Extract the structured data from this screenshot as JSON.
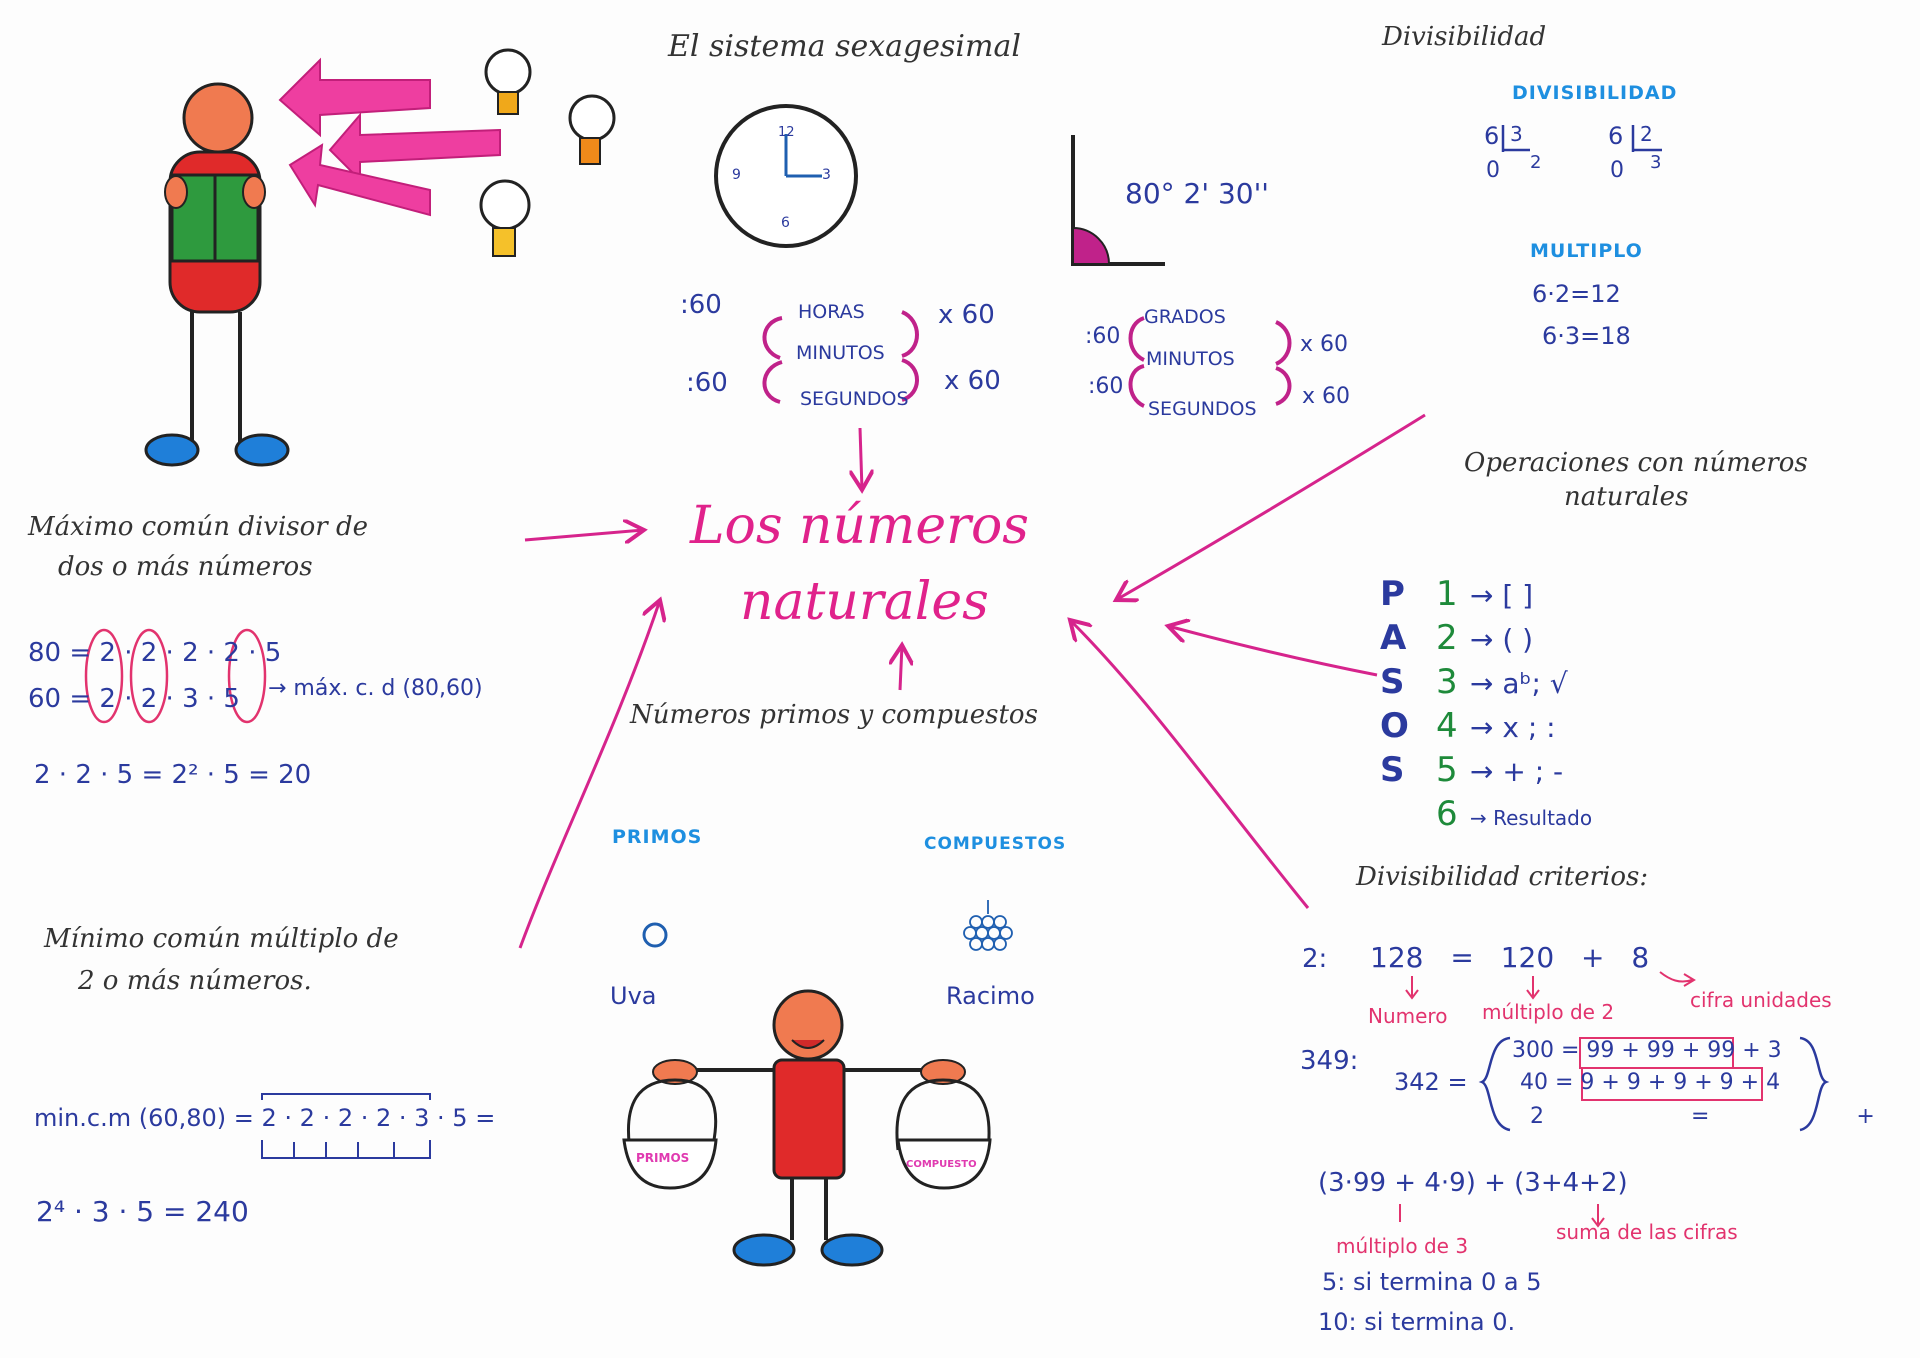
{
  "title": {
    "line1": "Los números",
    "line2": "naturales"
  },
  "sexagesimal": {
    "heading": "El sistema sexagesimal",
    "clock": {
      "n12": "12",
      "n3": "3",
      "n6": "6",
      "n9": "9"
    },
    "angle": "80° 2' 30''",
    "time_units": [
      "HORAS",
      "MINUTOS",
      "SEGUNDOS"
    ],
    "angle_units": [
      "GRADOS",
      "MINUTOS",
      "SEGUNDOS"
    ],
    "div": ":60",
    "mul": "x 60"
  },
  "divisibilidad": {
    "heading": "Divisibilidad",
    "subheading": "DIVISIBILIDAD",
    "div1": {
      "dividend": "6",
      "divisor": "3",
      "remainder": "0",
      "quotient": "2"
    },
    "div2": {
      "dividend": "6",
      "divisor": "2",
      "remainder": "0",
      "quotient": "3"
    },
    "multiplo_heading": "MULTIPLO",
    "multiplos": [
      "6·2=12",
      "6·3=18"
    ]
  },
  "operaciones": {
    "heading_line1": "Operaciones con números",
    "heading_line2": "naturales",
    "steps": [
      {
        "letter": "P",
        "num": "1",
        "text": "→ [ ]"
      },
      {
        "letter": "A",
        "num": "2",
        "text": "→ ( )"
      },
      {
        "letter": "S",
        "num": "3",
        "text": "→ aᵇ; √"
      },
      {
        "letter": "O",
        "num": "4",
        "text": "→ x ; :"
      },
      {
        "letter": "S",
        "num": "5",
        "text": "→ + ; -"
      },
      {
        "letter": "",
        "num": "6",
        "text": "→ Resultado"
      }
    ]
  },
  "criterios": {
    "heading": "Divisibilidad criterios:",
    "two": {
      "label": "2:",
      "expr": "128 = 120 + 8",
      "note1": "Numero",
      "note2": "múltiplo de 2",
      "note3": "cifra unidades"
    },
    "three": {
      "label": "349:",
      "lhs": "342 =",
      "rows": [
        "300 = 99 + 99 + 99 + 3",
        "40 = 9 + 9 + 9 + 9 + 4",
        "2 = + 2"
      ],
      "sum": "(3·99 + 4·9) + (3+4+2)",
      "note1": "múltiplo de 3",
      "note2": "suma de las cifras"
    },
    "five": "5: si termina 0 a 5",
    "ten": "10: si termina 0."
  },
  "mcd": {
    "heading_line1": "Máximo común divisor de",
    "heading_line2": "dos o más números",
    "row1": "80 = 2 · 2 · 2 · 2 · 5",
    "row2": "60 = 2 · 2 · 3 · 5",
    "result_label": "→ máx. c. d (80,60)",
    "calc": "2 · 2 · 5 = 2² · 5 = 20"
  },
  "mcm": {
    "heading_line1": "Mínimo común múltiplo de",
    "heading_line2": "2 o más números.",
    "expr": "min.c.m (60,80) = 2 · 2 · 2 · 2 · 3 · 5 =",
    "calc": "2⁴ · 3 · 5 = 240"
  },
  "primos": {
    "heading": "Números primos y compuestos",
    "primos_label": "PRIMOS",
    "compuestos_label": "COMPUESTOS",
    "uva": "Uva",
    "racimo": "Racimo",
    "basket_left": "PRIMOS",
    "basket_right": "COMPUESTO"
  },
  "colors": {
    "magenta": "#d6248c",
    "pink_title": "#e0228b",
    "blue_ink": "#2b3a9e",
    "cyan_ink": "#1e8fe0",
    "green_ink": "#1e8a3a",
    "red_ink": "#e2336e"
  }
}
